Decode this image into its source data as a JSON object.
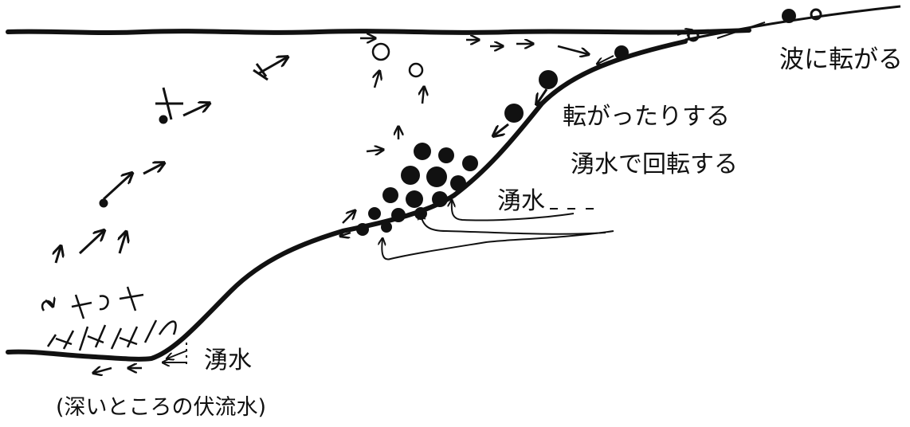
{
  "labels": {
    "rolled_by_waves": "波に転がる",
    "rolling": "転がったりする",
    "spring_rotation": "湧水で回転する",
    "spring_mid": "湧水",
    "spring_bottom": "湧水",
    "deep_underflow": "(深いところの伏流水)"
  },
  "colors": {
    "ink": "#111111",
    "background": "#ffffff"
  }
}
